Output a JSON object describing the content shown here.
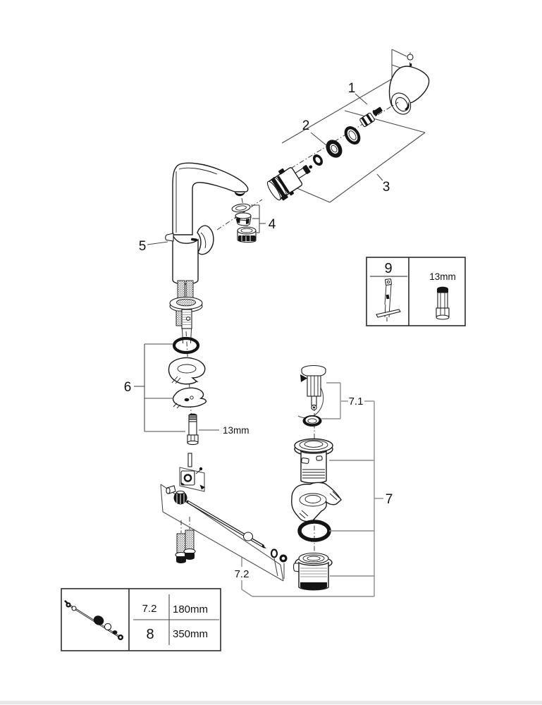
{
  "page": {
    "background": "#ffffff",
    "ink": "#1a1a1a",
    "guide_line": "#4a4a4a",
    "bracket_tick": "#8c8c8c",
    "footer_bar": "#e8e8e8"
  },
  "callouts": {
    "handle": "1",
    "seal_rings": "2",
    "cartridge": "3",
    "aerator": "4",
    "body": "5",
    "mounting": "6",
    "waste_set": "7",
    "plug": "7.1",
    "rod": "7.2"
  },
  "annotations": {
    "stud_wrench_size": "13mm"
  },
  "tool_box": {
    "ref": "9",
    "size": "13mm"
  },
  "dimension_table": {
    "rows": [
      {
        "ref": "7.2",
        "value": "180mm"
      },
      {
        "ref": "8",
        "value": "350mm"
      }
    ]
  }
}
